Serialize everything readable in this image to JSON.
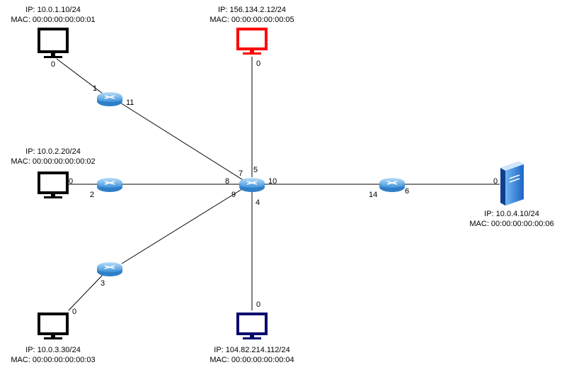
{
  "hosts": {
    "h1": {
      "ip": "IP: 10.0.1.10/24",
      "mac": "MAC: 00:00:00:00:00:01",
      "port": "0",
      "color": "#000000"
    },
    "h2": {
      "ip": "IP: 10.0.2.20/24",
      "mac": "MAC: 00:00:00:00:00:02",
      "port": "0",
      "color": "#000000"
    },
    "h3": {
      "ip": "IP: 10.0.3.30/24",
      "mac": "MAC: 00:00:00:00:00:03",
      "port": "0",
      "color": "#000000"
    },
    "h4": {
      "ip": "IP: 104.82.214.112/24",
      "mac": "MAC: 00:00:00:00:00:04",
      "port": "0",
      "color": "#0a0a6e"
    },
    "h5": {
      "ip": "IP: 156.134.2.12/24",
      "mac": "MAC: 00:00:00:00:00:05",
      "port": "0",
      "color": "#ff0000"
    },
    "server": {
      "ip": "IP: 10.0.4.10/24",
      "mac": "MAC: 00:00:00:00:00:06",
      "port": "0",
      "icon": "server-icon"
    }
  },
  "routers": {
    "r_top": {
      "icon": "router-icon",
      "port_host": "1",
      "port_core": "11"
    },
    "r_mid": {
      "icon": "router-icon",
      "port_host": "2"
    },
    "r_bot": {
      "icon": "router-icon",
      "port_host": "3"
    },
    "r_right": {
      "icon": "router-icon",
      "port_core": "14",
      "port_server": "6"
    },
    "core": {
      "icon": "router-icon",
      "ports": {
        "p7": "7",
        "p5": "5",
        "p8": "8",
        "p10": "10",
        "p9": "9",
        "p4": "4"
      }
    }
  },
  "colors": {
    "router_body": "#5aa9e8",
    "router_top": "#a8d4f5",
    "link": "#000000",
    "server_body": "#2a7fd8"
  }
}
